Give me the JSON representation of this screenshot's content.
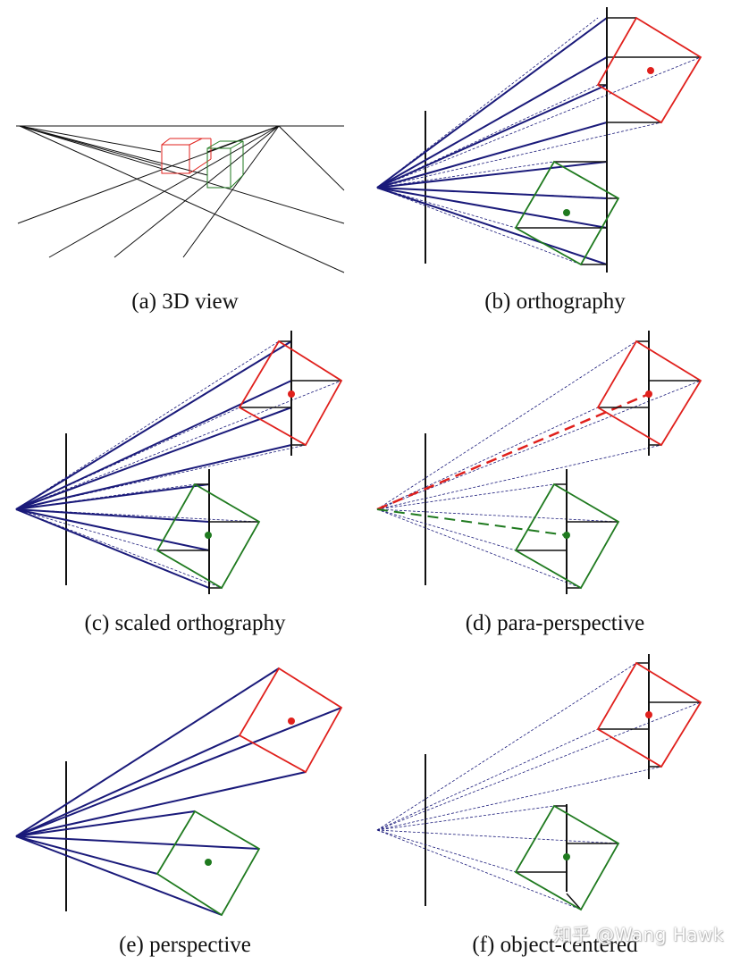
{
  "panels": [
    {
      "id": "a",
      "caption": "(a) 3D view"
    },
    {
      "id": "b",
      "caption": "(b) orthography"
    },
    {
      "id": "c",
      "caption": "(c) scaled orthography"
    },
    {
      "id": "d",
      "caption": "(d) para-perspective"
    },
    {
      "id": "e",
      "caption": "(e) perspective"
    },
    {
      "id": "f",
      "caption": "(f) object-centered"
    }
  ],
  "watermark": "知乎 @Wang Hawk",
  "colors": {
    "ray": "#1a1a7a",
    "object_red": "#e0201c",
    "object_green": "#1f7a1f",
    "plane": "#111111",
    "red_dot": "#e0201c",
    "green_dot": "#1f7a1f"
  }
}
